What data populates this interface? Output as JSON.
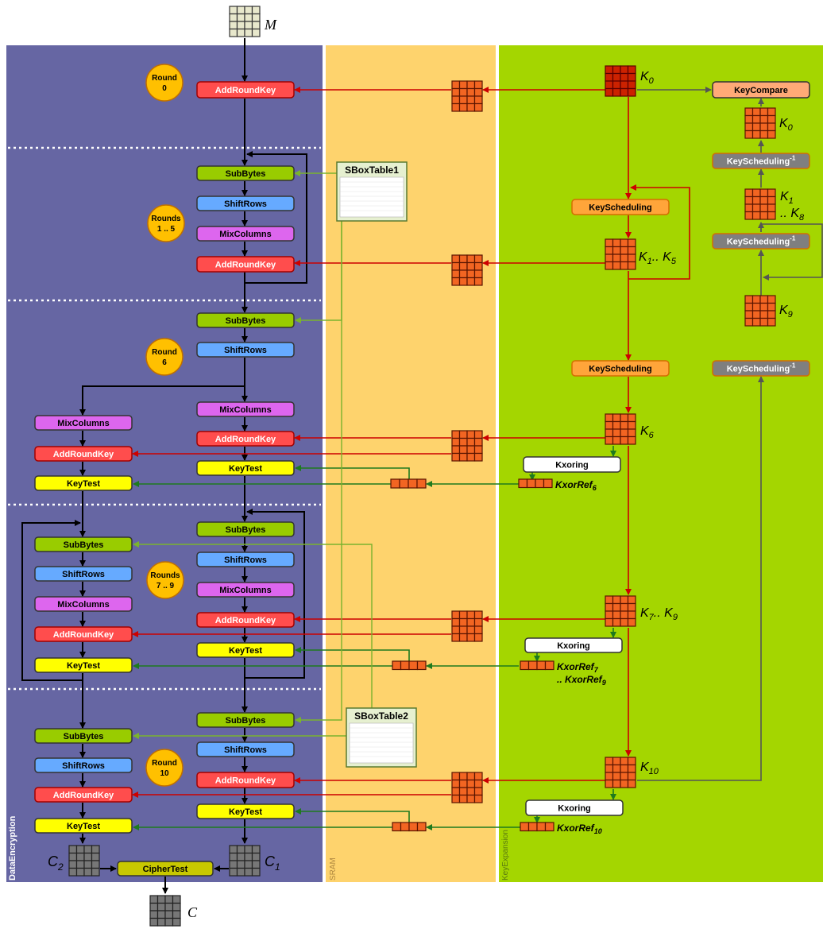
{
  "sections": {
    "data_encryption": "DataEncryption",
    "sram": "SRAM",
    "key_expansion": "KeyExpansion"
  },
  "colors": {
    "panel_purple": "#6666a3",
    "panel_yellow": "#fed36d",
    "panel_green": "#a4d600",
    "add_round_key": "#ff4d4d",
    "sub_bytes": "#99cc00",
    "shift_rows": "#66aaff",
    "mix_columns": "#dd66ee",
    "key_test": "#ffff00",
    "key_scheduling": "#ffa53a",
    "key_scheduling_inv": "#7f7f7f",
    "key_compare": "#ffaa77",
    "cipher_test": "#c8c800",
    "kxoring": "#ffffff",
    "key_matrix": "#f26522",
    "cipher_matrix": "#777777",
    "message_matrix": "#e8e8cc",
    "round_badge": "#ffc000",
    "arrow_red": "#cc0000",
    "arrow_green": "#1e7a1e",
    "arrow_light_green": "#7ab32e",
    "arrow_dark": "#555555"
  },
  "ops": {
    "add_round_key": "AddRoundKey",
    "sub_bytes": "SubBytes",
    "shift_rows": "ShiftRows",
    "mix_columns": "MixColumns",
    "key_test": "KeyTest",
    "key_scheduling": "KeyScheduling",
    "key_scheduling_inv": "KeyScheduling",
    "inv_exponent": "-1",
    "key_compare": "KeyCompare",
    "cipher_test": "CipherTest",
    "kxoring": "Kxoring"
  },
  "rounds": [
    {
      "id": "r0",
      "line1": "Round",
      "line2": "0"
    },
    {
      "id": "r15",
      "line1": "Rounds",
      "line2": "1 .. 5"
    },
    {
      "id": "r6",
      "line1": "Round",
      "line2": "6"
    },
    {
      "id": "r79",
      "line1": "Rounds",
      "line2": "7 .. 9"
    },
    {
      "id": "r10",
      "line1": "Round",
      "line2": "10"
    }
  ],
  "sram": {
    "sbox1": "SBoxTable1",
    "sbox2": "SBoxTable2"
  },
  "labels": {
    "M": "M",
    "C": "C",
    "C1": {
      "base": "C",
      "sub": "1"
    },
    "C2": {
      "base": "C",
      "sub": "2"
    },
    "K0": {
      "base": "K",
      "sub": "0"
    },
    "K0_rev": {
      "base": "K",
      "sub": "0"
    },
    "K1_K5": {
      "base": "K",
      "sub": "1",
      "mid": ".. K",
      "sub2": "5"
    },
    "K1_K8": {
      "base": "K",
      "sub": "1",
      "line2": ".. K",
      "sub2": "8"
    },
    "K9_rev": {
      "base": "K",
      "sub": "9"
    },
    "K6": {
      "base": "K",
      "sub": "6"
    },
    "K7_K9": {
      "base": "K",
      "sub": "7",
      "mid": ".. K",
      "sub2": "9"
    },
    "K10": {
      "base": "K",
      "sub": "10"
    },
    "KxorRef6": {
      "base": "KxorRef",
      "sub": "6"
    },
    "KxorRef7_9": {
      "base": "KxorRef",
      "sub": "7",
      "line2": ".. KxorRef",
      "sub2": "9"
    },
    "KxorRef10": {
      "base": "KxorRef",
      "sub": "10"
    }
  }
}
